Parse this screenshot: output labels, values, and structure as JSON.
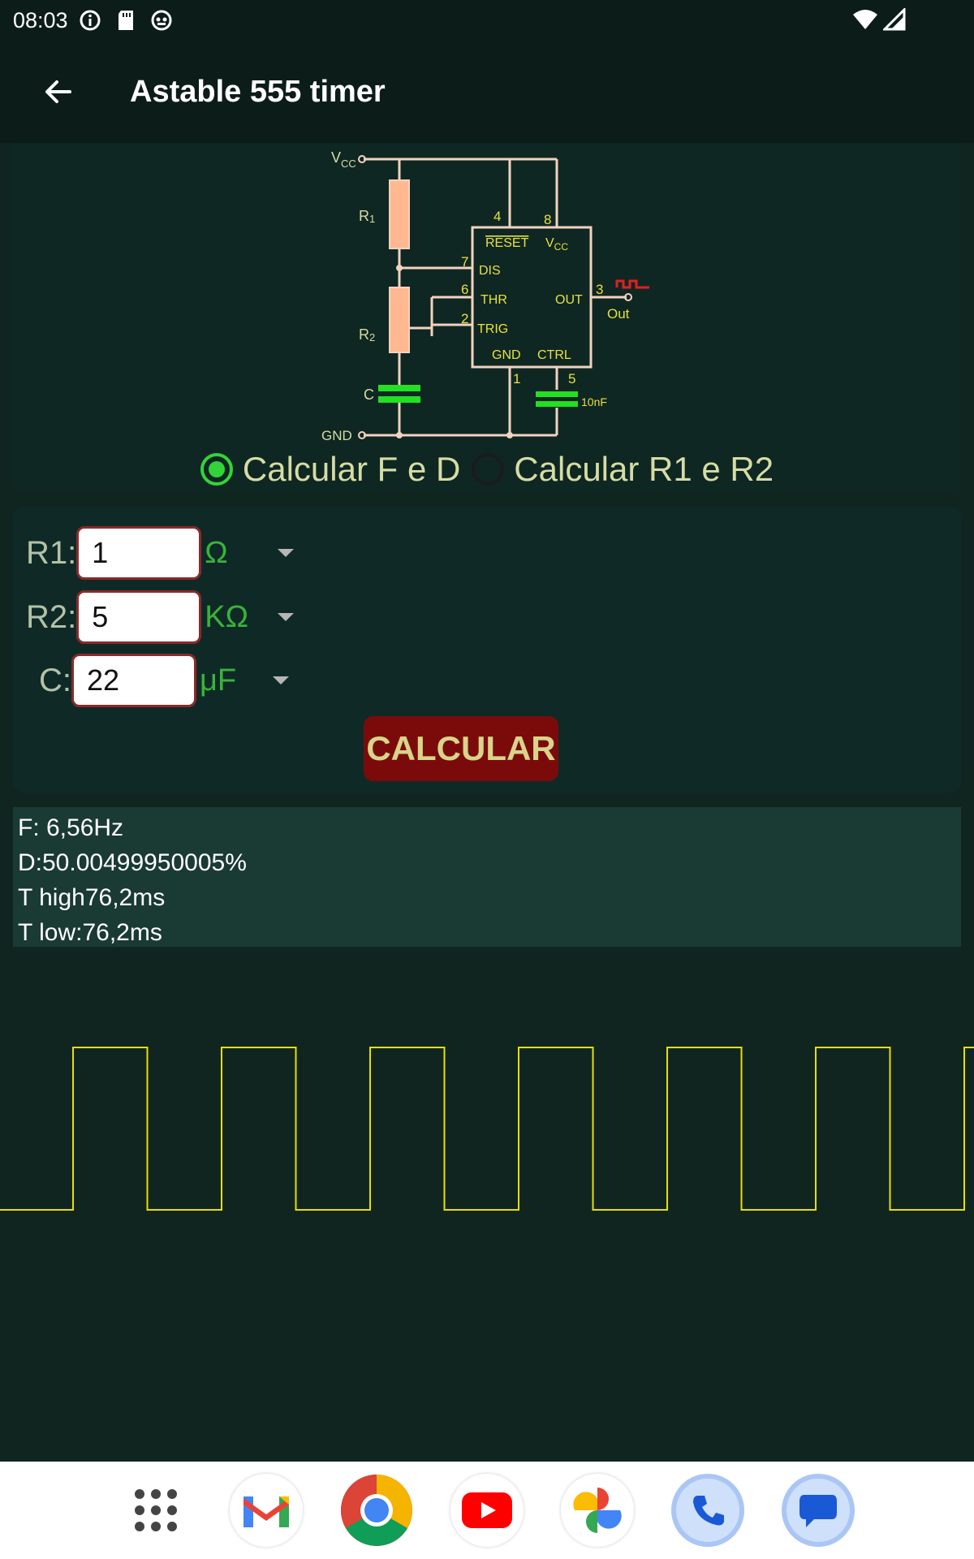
{
  "status_bar": {
    "time": "08:03"
  },
  "app_bar": {
    "title": "Astable 555 timer"
  },
  "circuit": {
    "vcc": "V",
    "vcc_sub": "CC",
    "r1": "R",
    "r1_sub": "1",
    "r2": "R",
    "r2_sub": "2",
    "c": "C",
    "gnd": "GND",
    "pin4": "4",
    "pin8": "8",
    "pin7": "7",
    "pin6": "6",
    "pin2": "2",
    "pin1": "1",
    "pin5": "5",
    "pin3": "3",
    "reset": "RESET",
    "ic_vcc": "V",
    "ic_vcc_sub": "CC",
    "dis": "DIS",
    "thr": "THR",
    "out": "OUT",
    "trig": "TRIG",
    "gnd_pin": "GND",
    "ctrl": "CTRL",
    "cap_ctrl": "10nF",
    "out_label": "Out"
  },
  "mode": {
    "option1": "Calcular F e D",
    "option2": "Calcular R1 e R2",
    "selected": "option1"
  },
  "form": {
    "r1_label": "R1:",
    "r1_value": "1",
    "r1_unit": "Ω",
    "r2_label": "R2:",
    "r2_value": "5",
    "r2_unit": "KΩ",
    "c_label": "C:",
    "c_value": "22",
    "c_unit": "μF",
    "calc_button": "CALCULAR"
  },
  "results": {
    "freq": "F: 6,56Hz",
    "duty": "D:50.00499950005%",
    "t_high": "T high76,2ms",
    "t_low": "T low:76,2ms"
  },
  "waveform": {
    "cycles": 6.5,
    "duty": 0.5
  },
  "dock": [
    "app-drawer-icon",
    "gmail-icon",
    "chrome-icon",
    "youtube-icon",
    "photos-icon",
    "phone-icon",
    "messages-icon"
  ]
}
